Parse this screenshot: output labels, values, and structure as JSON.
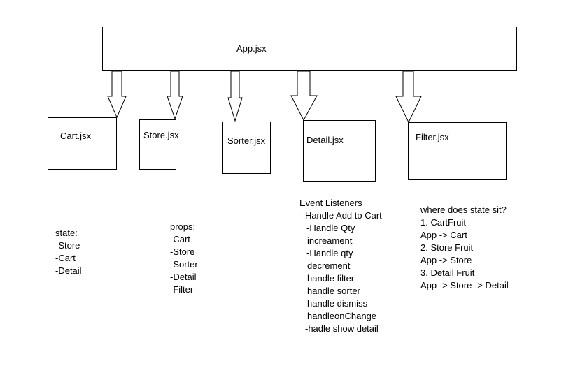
{
  "app": {
    "label": "App.jsx"
  },
  "components": [
    {
      "label": "Cart.jsx"
    },
    {
      "label": "Store.jsx"
    },
    {
      "label": "Sorter.jsx"
    },
    {
      "label": "Detail.jsx"
    },
    {
      "label": "Filter.jsx"
    }
  ],
  "notes": {
    "state": [
      "state:",
      "-Store",
      "-Cart",
      "-Detail"
    ],
    "props": [
      "props:",
      "-Cart",
      "-Store",
      "-Sorter",
      "-Detail",
      "-Filter"
    ],
    "events": [
      "Event Listeners",
      "-  Handle Add to Cart",
      "-Handle Qty",
      "increament",
      "-Handle qty",
      "decrement",
      "handle filter",
      "handle sorter",
      "handle dismiss",
      "handleonChange",
      "-hadle show detail"
    ],
    "state_location": [
      "where does state sit?",
      "1. CartFruit",
      "App -> Cart",
      "2. Store Fruit",
      "App -> Store",
      "3. Detail Fruit",
      "App -> Store -> Detail"
    ]
  },
  "colors": {
    "stroke": "#000000",
    "background": "#ffffff"
  }
}
